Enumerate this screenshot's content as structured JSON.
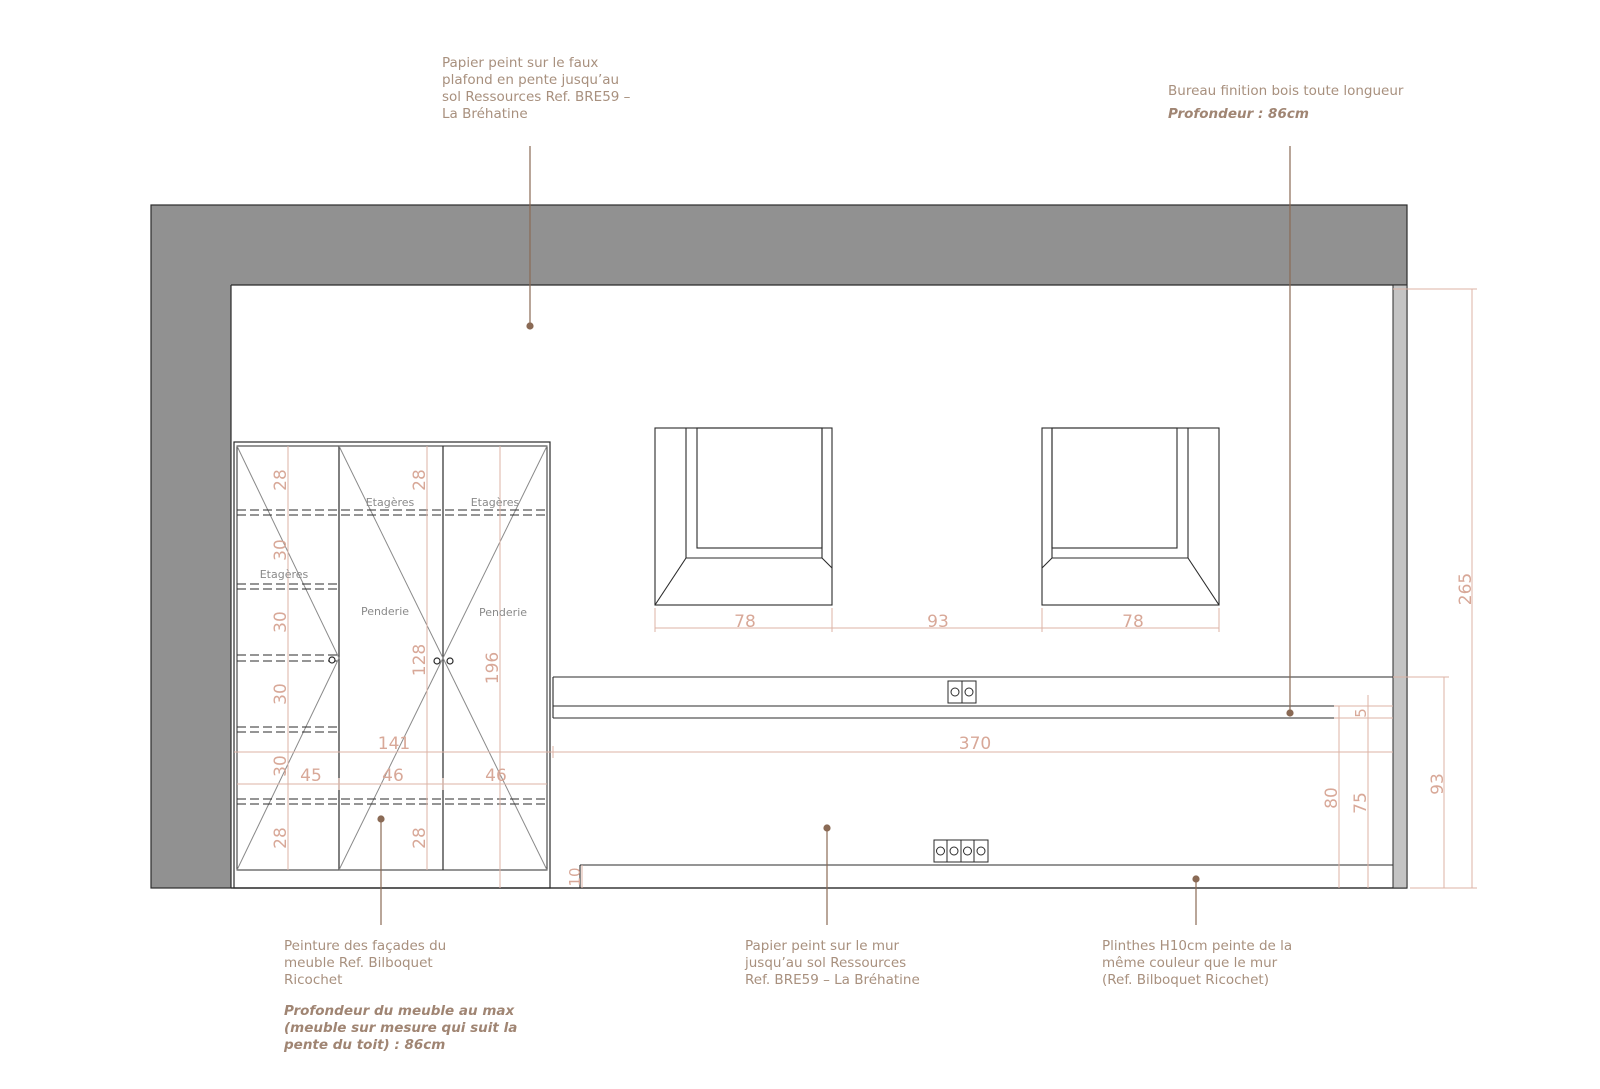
{
  "colors": {
    "wall": "#919191",
    "line": "#2b2b2b",
    "thin_line": "#8a8a8a",
    "dimension": "#dcb3a6",
    "dimension_text": "#d8a898",
    "leader": "#8a6a55",
    "note_text": "#a8907e",
    "fill": "#ffffff"
  },
  "annotations": {
    "ceiling": {
      "lines": [
        "Papier peint sur le faux",
        "plafond en pente jusqu’au",
        "sol Ressources Ref. BRE59 –",
        "La Bréhatine"
      ]
    },
    "desk": {
      "lines": [
        "Bureau finition bois toute longueur"
      ],
      "emphasis": [
        "Profondeur : 86cm"
      ]
    },
    "cabinet": {
      "lines": [
        "Peinture des façades du",
        "meuble Ref. Bilboquet",
        "Ricochet"
      ],
      "emphasis": [
        "Profondeur du meuble au max",
        "(meuble sur mesure qui suit la",
        "pente du toit) : 86cm"
      ]
    },
    "wall": {
      "lines": [
        "Papier peint sur le mur",
        "jusqu’au sol Ressources",
        "Ref. BRE59 – La Bréhatine"
      ]
    },
    "skirting": {
      "lines": [
        "Plinthes H10cm peinte de la",
        "même couleur que le mur",
        "(Ref. Bilboquet Ricochet)"
      ]
    }
  },
  "labels": {
    "shelves_1": "Etagères",
    "shelves_2": "Etagères",
    "shelves_3": "Etagères",
    "hanging_1": "Penderie",
    "hanging_2": "Penderie"
  },
  "dimensions": {
    "left_shelf_heights": [
      "28",
      "30",
      "30",
      "30",
      "30",
      "28"
    ],
    "middle_top": "28",
    "middle_bottom": "28",
    "door_height": "128",
    "cabinet_height": "196",
    "cabinet_width": "141",
    "bay_widths": [
      "45",
      "46",
      "46"
    ],
    "desk_length": "370",
    "window_width_left": "78",
    "window_gap": "93",
    "window_width_right": "78",
    "ceiling_height": "265",
    "desk_thickness": "5",
    "desk_height_80": "80",
    "desk_height_75": "75",
    "desk_total_93": "93",
    "skirting_height": "10"
  }
}
